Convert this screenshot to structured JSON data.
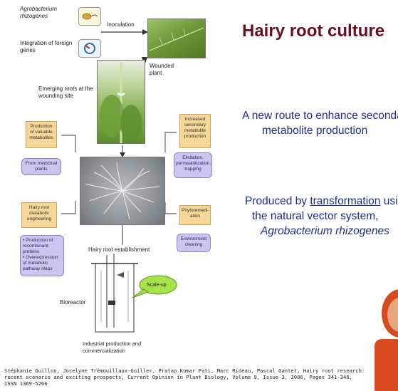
{
  "slide": {
    "title": "Hairy root culture",
    "point1_line1": "A new route to enhance secondary",
    "point1_line2": "metabolite production",
    "point2_prefix": "Produced by ",
    "point2_link": "transformation",
    "point2_suffix": " using",
    "point2_line2": "the  natural  vector  system,",
    "point2_line3": "Agrobacterium rhizogenes"
  },
  "diagram": {
    "agro_label": "Agrobacterium rhizogenes",
    "inoculation": "Inoculation",
    "integration": "Integration of foreign genes",
    "wounded": "Wounded plant",
    "emerging": "Emerging roots at the wounding site",
    "box_valuable": "Production of valuable metabolites",
    "bubble_medicinal": "From medicinal plants",
    "box_increased": "Increased secondary metabolite production",
    "bubble_elicitation": "Elicitation, permeabilization, trapping",
    "box_engineering": "Hairy root metabolic engineering",
    "bubble_recombinant_1": "Production of recombinant proteins",
    "bubble_recombinant_2": "Overexpression of metabolic pathway steps",
    "box_phyto": "Phytoremedi-ation",
    "bubble_env": "Environment cleaning",
    "establishment": "Hairy root establishment",
    "bioreactor": "Bioreactor",
    "scaleup": "Scale-up",
    "industrial": "Industrial production and commercialization"
  },
  "citation": {
    "line1": "Stéphanie Guillon, Jocelyne Trémouillaux-Guiller, Pratap Kumar Pati, Marc Rideau, Pascal Gantet, Hairy root research:",
    "line2": "recent scenario and exciting prospects, Current Opinion in Plant Biology, Volume 9, Issue 3, 2006, Pages 341-346,",
    "line3": "ISSN 1369-5266"
  },
  "colors": {
    "title": "#6b0f1f",
    "body_text": "#1e2c8c",
    "box_fill": "#f6d79a",
    "bubble_fill": "#c9c6ef",
    "scaleup_fill": "#a6e34a"
  }
}
